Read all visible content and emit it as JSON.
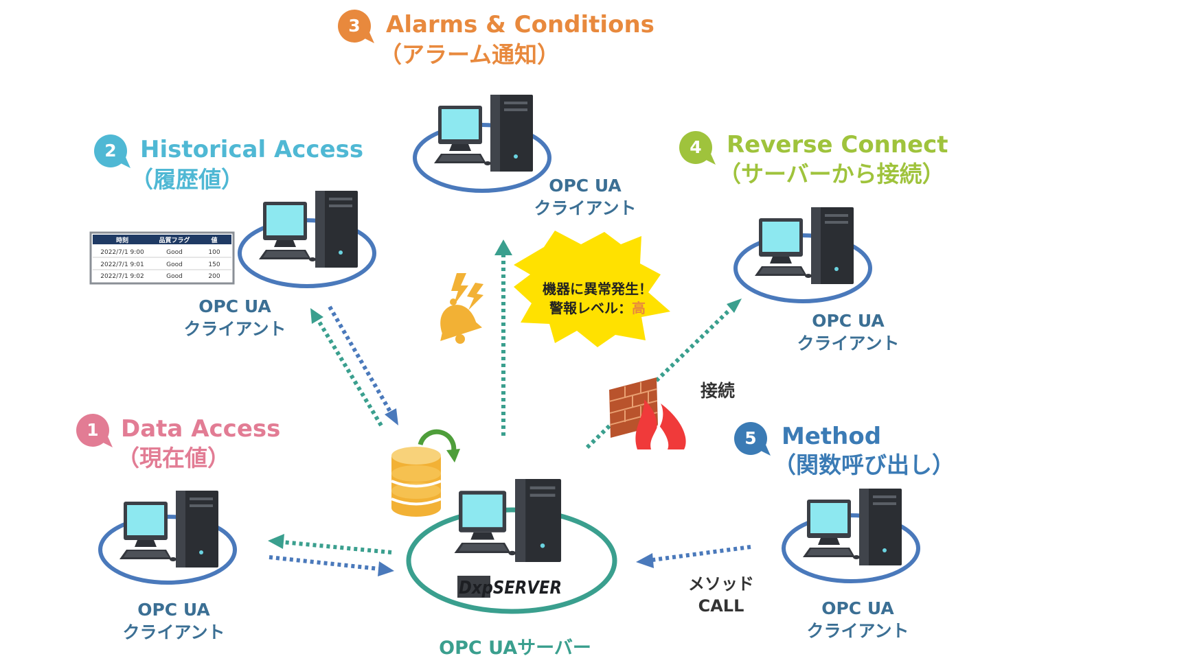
{
  "colors": {
    "data_access": "#e27c94",
    "historical_access": "#4fb8d4",
    "alarms": "#e8893d",
    "reverse_connect": "#9fc33c",
    "method": "#3b7bb5",
    "server_ring": "#3a9f8e",
    "client_ring": "#4a79bb",
    "arrow_teal": "#3a9f8e",
    "arrow_blue": "#4a79bb",
    "label_blue": "#3b6f94",
    "alert_yellow": "#ffe100"
  },
  "features": [
    {
      "id": "data_access",
      "number": "1",
      "title": "Data Access",
      "subtitle": "（現在値）"
    },
    {
      "id": "historical_access",
      "number": "2",
      "title": "Historical Access",
      "subtitle": "（履歴値）"
    },
    {
      "id": "alarms",
      "number": "3",
      "title": "Alarms & Conditions",
      "subtitle": "（アラーム通知）"
    },
    {
      "id": "reverse_connect",
      "number": "4",
      "title": "Reverse Connect",
      "subtitle": "（サーバーから接続）"
    },
    {
      "id": "method",
      "number": "5",
      "title": "Method",
      "subtitle": "（関数呼び出し）"
    }
  ],
  "client_label": {
    "line1": "OPC UA",
    "line2": "クライアント"
  },
  "server": {
    "logo": "DxpSERVER",
    "label": "OPC UAサーバー"
  },
  "history_table": {
    "headers": [
      "時刻",
      "品質フラグ",
      "値"
    ],
    "rows": [
      [
        "2022/7/1 9:00",
        "Good",
        "100"
      ],
      [
        "2022/7/1 9:01",
        "Good",
        "150"
      ],
      [
        "2022/7/1 9:02",
        "Good",
        "200"
      ]
    ]
  },
  "alarm_burst": {
    "line1": "機器に異常発生！",
    "line2_prefix": "警報レベル：",
    "level": "高"
  },
  "reverse_connect_label": "接続",
  "method_call": {
    "line1": "メソッド",
    "line2": "CALL"
  },
  "icons": [
    "computer-icon",
    "database-icon",
    "refresh-icon",
    "firewall-icon",
    "fire-icon",
    "bell-icon",
    "lightning-icon"
  ]
}
